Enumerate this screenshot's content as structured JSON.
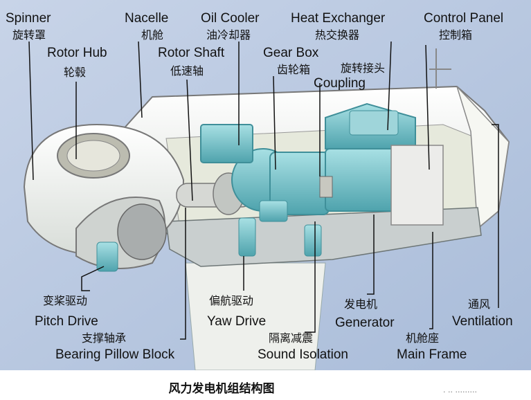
{
  "labels": {
    "spinner": {
      "en": "Spinner",
      "cn": "旋转罩"
    },
    "rotor_hub": {
      "en": "Rotor Hub",
      "cn": "轮毂"
    },
    "nacelle": {
      "en": "Nacelle",
      "cn": "机舱"
    },
    "rotor_shaft": {
      "en": "Rotor Shaft",
      "cn": "低速轴"
    },
    "oil_cooler": {
      "en": "Oil Cooler",
      "cn": "油冷却器"
    },
    "gear_box": {
      "en": "Gear Box",
      "cn": "齿轮箱"
    },
    "heat_exchanger": {
      "en": "Heat Exchanger",
      "cn": "热交换器"
    },
    "coupling": {
      "en": "Coupling",
      "cn": "旋转接头"
    },
    "control_panel": {
      "en": "Control Panel",
      "cn": "控制箱"
    },
    "pitch_drive": {
      "en": "Pitch Drive",
      "cn": "变桨驱动"
    },
    "bearing_pillow_block": {
      "en": "Bearing Pillow Block",
      "cn": "支撑轴承"
    },
    "yaw_drive": {
      "en": "Yaw Drive",
      "cn": "偏航驱动"
    },
    "sound_isolation": {
      "en": "Sound Isolation",
      "cn": "隔离减震"
    },
    "generator": {
      "en": "Generator",
      "cn": "发电机"
    },
    "main_frame": {
      "en": "Main Frame",
      "cn": "机舱座"
    },
    "ventilation": {
      "en": "Ventilation",
      "cn": "通风"
    }
  },
  "caption": "风力发电机组结构图",
  "watermark": "· ·· ·········",
  "colors": {
    "background": "#b9c9e0",
    "housing": "#f2f4ee",
    "component": "#7fc8cf",
    "component_dark": "#3f8f99",
    "leader": "#111111"
  }
}
